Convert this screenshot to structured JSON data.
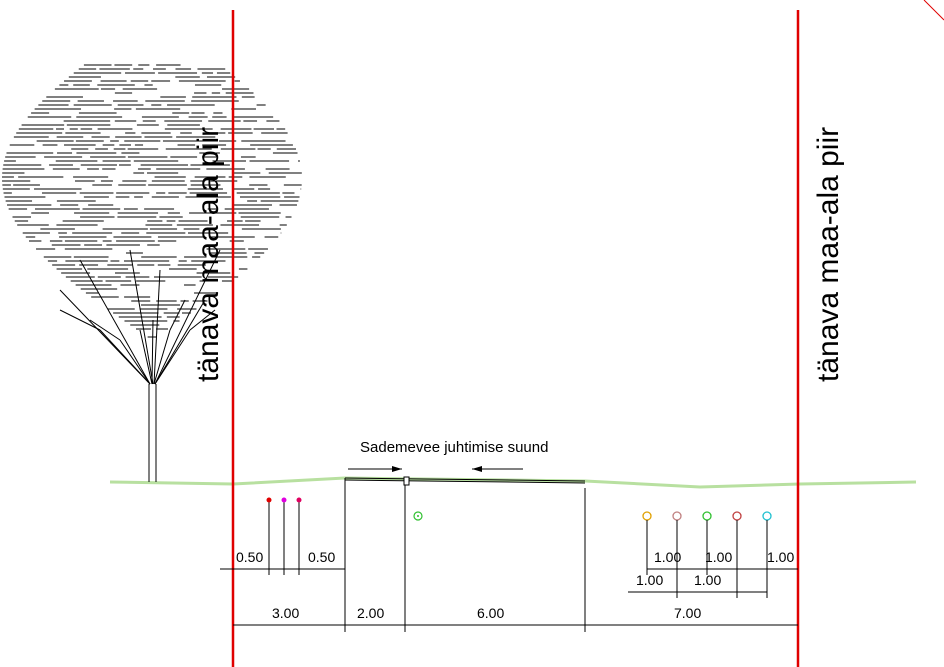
{
  "labels": {
    "boundary_left": "tänava maa-ala piir",
    "boundary_right": "tänava maa-ala piir",
    "flow_direction": "Sademevee juhtimise suund"
  },
  "dimensions": {
    "widths": [
      "3.00",
      "2.00",
      "6.00",
      "7.00"
    ],
    "left_offsets": [
      "0.50",
      "0.50"
    ],
    "right_upper": [
      "1.00",
      "1.00",
      "1.00"
    ],
    "right_lower": [
      "1.00",
      "1.00"
    ]
  },
  "colors": {
    "boundary": "#e00000",
    "ground": "#b8e0a0",
    "utility_red": "#e00000",
    "utility_magenta": "#e000e0",
    "utility_green": "#30c030",
    "utility_orange": "#e0a000",
    "utility_brown": "#c08080",
    "utility_darkred": "#c04040",
    "utility_cyan": "#20c0d0"
  }
}
